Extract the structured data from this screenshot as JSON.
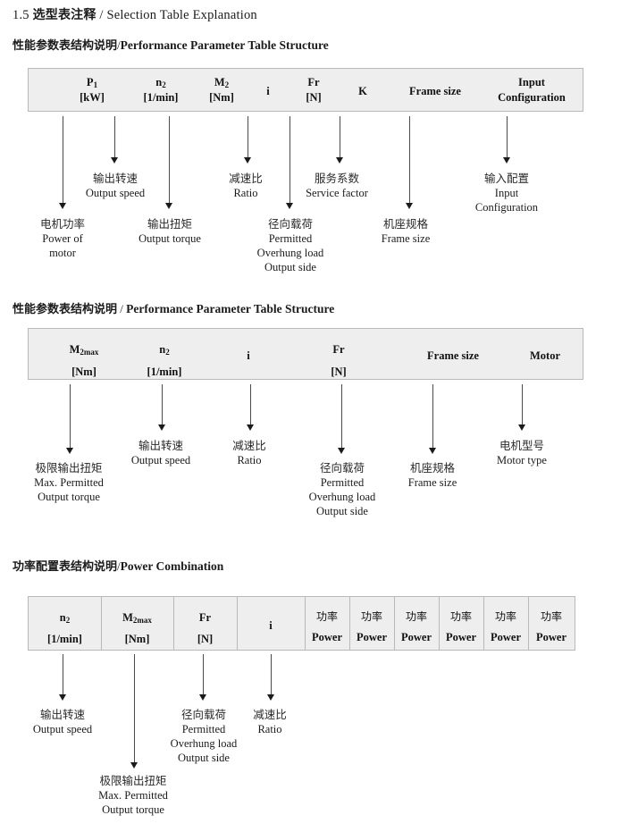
{
  "document": {
    "section_number": "1.5",
    "title_cn": "选型表注释",
    "title_separator": "/",
    "title_en": "Selection Table Explanation"
  },
  "sections": [
    {
      "heading_cn": "性能参数表结构说明",
      "heading_sep": "/",
      "heading_en": "Performance Parameter Table Structure",
      "table": {
        "columns": [
          {
            "symbol": "P",
            "sub": "1",
            "unit": "[kW]"
          },
          {
            "symbol": "n",
            "sub": "2",
            "unit": "[1/min]"
          },
          {
            "symbol": "M",
            "sub": "2",
            "unit": "[Nm]"
          },
          {
            "symbol": "i",
            "sub": "",
            "unit": ""
          },
          {
            "symbol": "Fr",
            "sub": "",
            "unit": "[N]"
          },
          {
            "symbol": "K",
            "sub": "",
            "unit": ""
          },
          {
            "symbol": "Frame size",
            "sub": "",
            "unit": ""
          },
          {
            "symbol": "Input",
            "sub": "",
            "unit": "Configuration"
          }
        ]
      },
      "callouts": [
        {
          "cn": "电机功率",
          "en": [
            "Power of",
            "motor"
          ]
        },
        {
          "cn": "输出转速",
          "en": [
            "Output speed"
          ]
        },
        {
          "cn": "输出扭矩",
          "en": [
            "Output torque"
          ]
        },
        {
          "cn": "减速比",
          "en": [
            "Ratio"
          ]
        },
        {
          "cn": "径向载荷",
          "en": [
            "Permitted",
            "Overhung load",
            "Output side"
          ]
        },
        {
          "cn": "服务系数",
          "en": [
            "Service factor"
          ]
        },
        {
          "cn": "机座规格",
          "en": [
            "Frame size"
          ]
        },
        {
          "cn": "输入配置",
          "en": [
            "Input",
            "Configuration"
          ]
        }
      ]
    },
    {
      "heading_cn": "性能参数表结构说明",
      "heading_sep": "/",
      "heading_en": "Performance Parameter Table Structure",
      "table": {
        "columns": [
          {
            "symbol": "M",
            "sub": "2max",
            "unit": "[Nm]"
          },
          {
            "symbol": "n",
            "sub": "2",
            "unit": "[1/min]"
          },
          {
            "symbol": "i",
            "sub": "",
            "unit": ""
          },
          {
            "symbol": "Fr",
            "sub": "",
            "unit": "[N]"
          },
          {
            "symbol": "Frame size",
            "sub": "",
            "unit": ""
          },
          {
            "symbol": "Motor",
            "sub": "",
            "unit": ""
          }
        ]
      },
      "callouts": [
        {
          "cn": "极限输出扭矩",
          "en": [
            "Max. Permitted",
            "Output  torque"
          ]
        },
        {
          "cn": "输出转速",
          "en": [
            "Output speed"
          ]
        },
        {
          "cn": "减速比",
          "en": [
            "Ratio"
          ]
        },
        {
          "cn": "径向载荷",
          "en": [
            "Permitted",
            "Overhung load",
            "Output side"
          ]
        },
        {
          "cn": "机座规格",
          "en": [
            "Frame size"
          ]
        },
        {
          "cn": "电机型号",
          "en": [
            "Motor type"
          ]
        }
      ]
    },
    {
      "heading_cn": "功率配置表结构说明",
      "heading_sep": "/",
      "heading_en": "Power Combination",
      "table": {
        "columns": [
          {
            "symbol": "n",
            "sub": "2",
            "unit": "[1/min]"
          },
          {
            "symbol": "M",
            "sub": "2max",
            "unit": "[Nm]"
          },
          {
            "symbol": "Fr",
            "sub": "",
            "unit": "[N]"
          },
          {
            "symbol": "i",
            "sub": "",
            "unit": ""
          },
          {
            "symbol": "功率",
            "sub": "",
            "unit": "Power"
          },
          {
            "symbol": "功率",
            "sub": "",
            "unit": "Power"
          },
          {
            "symbol": "功率",
            "sub": "",
            "unit": "Power"
          },
          {
            "symbol": "功率",
            "sub": "",
            "unit": "Power"
          },
          {
            "symbol": "功率",
            "sub": "",
            "unit": "Power"
          },
          {
            "symbol": "功率",
            "sub": "",
            "unit": "Power"
          }
        ]
      },
      "callouts": [
        {
          "cn": "输出转速",
          "en": [
            "Output speed"
          ]
        },
        {
          "cn": "极限输出扭矩",
          "en": [
            "Max. Permitted",
            "Output  torque"
          ]
        },
        {
          "cn": "径向载荷",
          "en": [
            "Permitted",
            "Overhung load",
            "Output side"
          ]
        },
        {
          "cn": "减速比",
          "en": [
            "Ratio"
          ]
        }
      ]
    }
  ],
  "colors": {
    "table_background": "#eeeeee",
    "table_border": "#b9b9b9",
    "text": "#1b1b1b",
    "arrow": "#1b1b1b"
  }
}
